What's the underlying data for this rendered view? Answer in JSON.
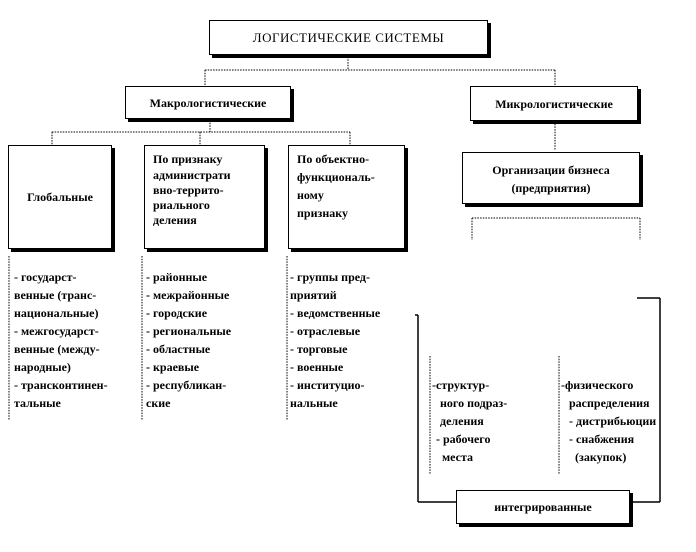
{
  "title": "ЛОГИСТИЧЕСКИЕ СИСТЕМЫ",
  "macro": "Макрологистические",
  "micro": "Микрологистические",
  "categories": {
    "global": "Глобальные",
    "admin": [
      "По признаку",
      "административно-территориального",
      "деления"
    ],
    "admin_lines": [
      "По признаку",
      "администрати",
      "вно-террито-",
      "риального",
      "деления"
    ],
    "functional_lines": [
      "По объектно-",
      "функциональ-",
      "ному",
      "признаку"
    ]
  },
  "business_lines": [
    "Организации бизнеса",
    "(предприятия)"
  ],
  "global_items": [
    "- государст-",
    "венные (транс-",
    "национальные)",
    "- межгосударст-",
    "венные (между-",
    "народные)",
    "- трансконтинен-",
    "тальные"
  ],
  "admin_items": [
    "- районные",
    "- межрайонные",
    "- городские",
    "- региональные",
    "- областные",
    "- краевые",
    "- республикан-",
    "ские"
  ],
  "functional_items": [
    "- группы пред-",
    "приятий",
    "- ведомственные",
    "- отраслевые",
    "- торговые",
    "- военные",
    "- институцио-",
    "нальные"
  ],
  "structural_items": [
    "-структур-",
    "ного подраз-",
    "деления",
    "- рабочего",
    "места"
  ],
  "physical_items": [
    "-физического",
    "распределения",
    "- дистрибьюции",
    "- снабжения",
    "(закупок)"
  ],
  "integrated": "интегрированные"
}
